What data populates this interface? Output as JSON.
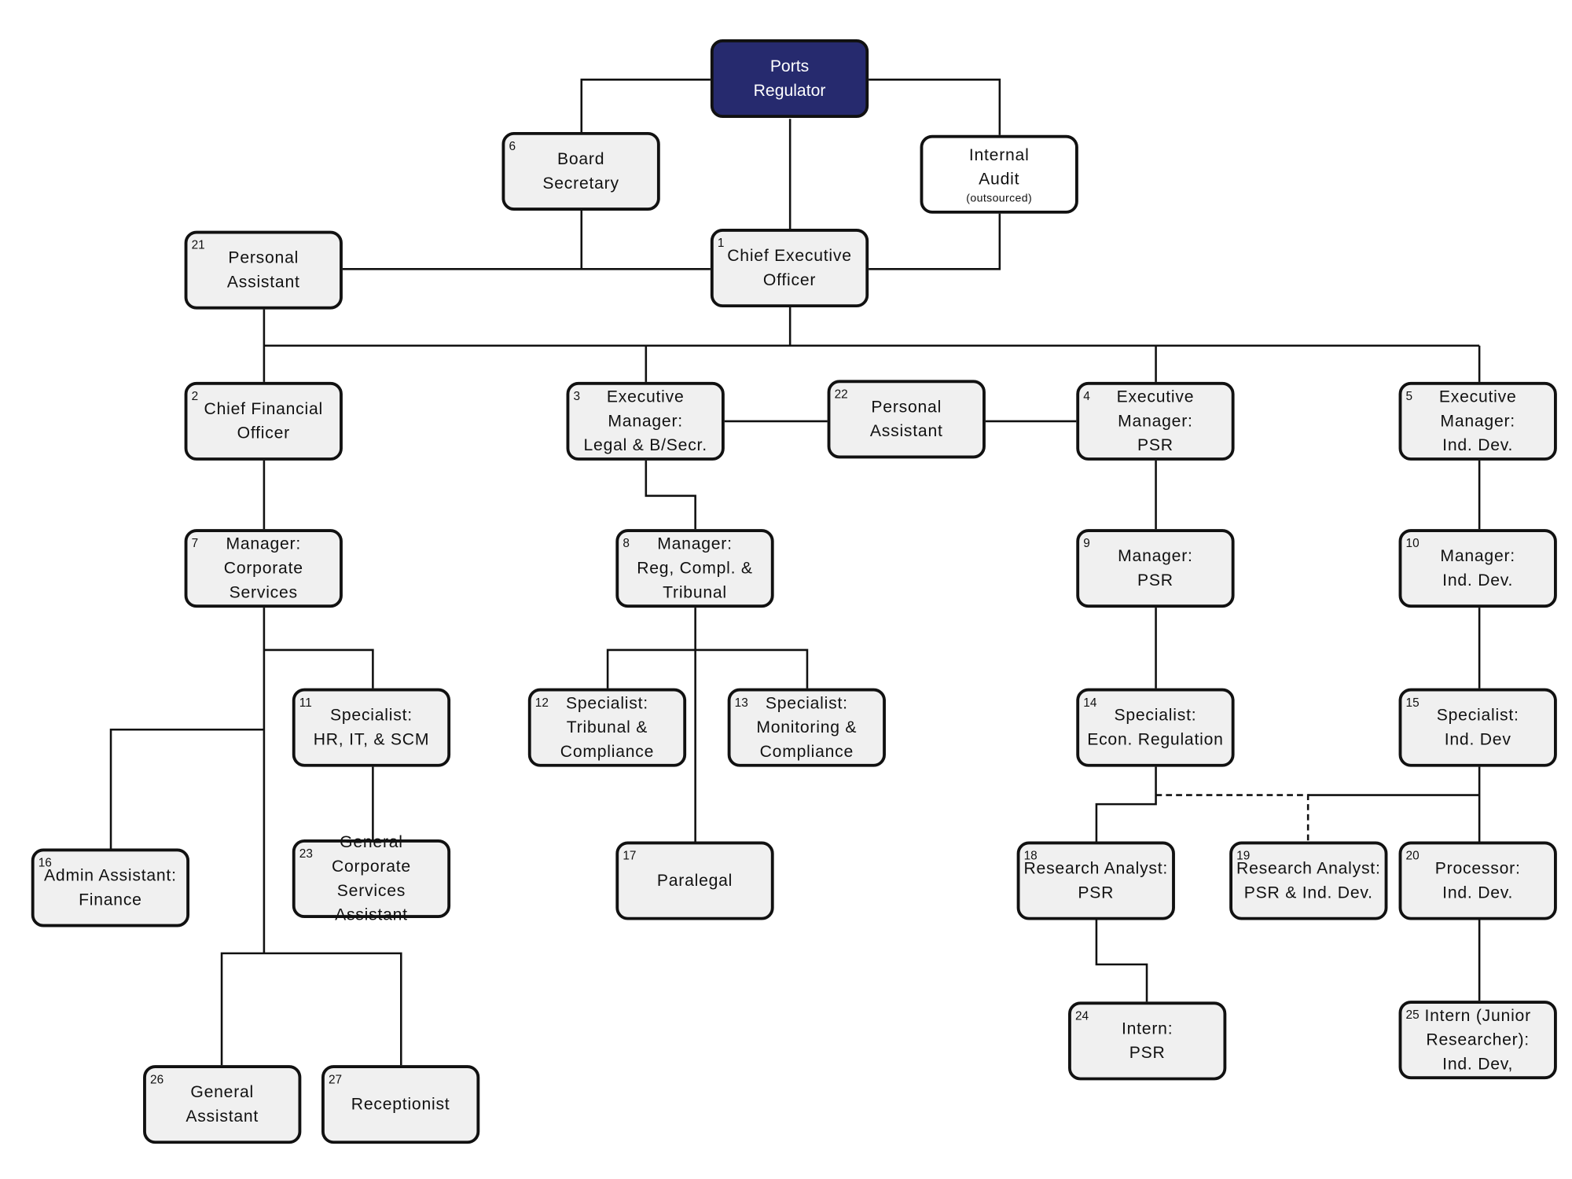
{
  "chart_title": "",
  "colors": {
    "root_fill": "#262a6e",
    "box_fill": "#f0f0f0",
    "outsourced_fill": "#ffffff",
    "line": "#111111"
  },
  "boxes": {
    "ports_regulator": {
      "number": "",
      "lines": [
        "Ports",
        "Regulator"
      ]
    },
    "board_secretary": {
      "number": "6",
      "lines": [
        "Board",
        "Secretary"
      ]
    },
    "internal_audit": {
      "number": "",
      "lines": [
        "Internal",
        "Audit"
      ],
      "note": "(outsourced)"
    },
    "pa_21": {
      "number": "21",
      "lines": [
        "Personal",
        "Assistant"
      ]
    },
    "ceo": {
      "number": "1",
      "lines": [
        "Chief Executive",
        "Officer"
      ]
    },
    "cfo": {
      "number": "2",
      "lines": [
        "Chief Financial",
        "Officer"
      ]
    },
    "em_legal": {
      "number": "3",
      "lines": [
        "Executive",
        "Manager:",
        "Legal & B/Secr."
      ]
    },
    "pa_22": {
      "number": "22",
      "lines": [
        "Personal",
        "Assistant"
      ]
    },
    "em_psr": {
      "number": "4",
      "lines": [
        "Executive",
        "Manager:",
        "PSR"
      ]
    },
    "em_ind_dev": {
      "number": "5",
      "lines": [
        "Executive",
        "Manager:",
        "Ind. Dev."
      ]
    },
    "mgr_corp": {
      "number": "7",
      "lines": [
        "Manager:",
        "Corporate Services"
      ]
    },
    "mgr_reg": {
      "number": "8",
      "lines": [
        "Manager:",
        "Reg, Compl. &",
        "Tribunal"
      ]
    },
    "mgr_psr": {
      "number": "9",
      "lines": [
        "Manager:",
        "PSR"
      ]
    },
    "mgr_ind_dev": {
      "number": "10",
      "lines": [
        "Manager:",
        "Ind. Dev."
      ]
    },
    "spec_hr": {
      "number": "11",
      "lines": [
        "Specialist:",
        "HR, IT, & SCM"
      ]
    },
    "spec_tribunal": {
      "number": "12",
      "lines": [
        "Specialist:",
        "Tribunal &",
        "Compliance"
      ]
    },
    "spec_monitoring": {
      "number": "13",
      "lines": [
        "Specialist:",
        "Monitoring &",
        "Compliance"
      ]
    },
    "spec_econ": {
      "number": "14",
      "lines": [
        "Specialist:",
        "Econ. Regulation"
      ]
    },
    "spec_ind_dev": {
      "number": "15",
      "lines": [
        "Specialist:",
        "Ind. Dev"
      ]
    },
    "admin_finance": {
      "number": "16",
      "lines": [
        "Admin Assistant:",
        "Finance"
      ]
    },
    "gen_corp_assist": {
      "number": "23",
      "lines": [
        "General",
        "Corporate Services",
        "Assistant"
      ]
    },
    "paralegal": {
      "number": "17",
      "lines": [
        "Paralegal"
      ]
    },
    "ra_psr": {
      "number": "18",
      "lines": [
        "Research Analyst:",
        "PSR"
      ]
    },
    "ra_psr_ind": {
      "number": "19",
      "lines": [
        "Research Analyst:",
        "PSR & Ind. Dev."
      ]
    },
    "processor": {
      "number": "20",
      "lines": [
        "Processor:",
        "Ind. Dev."
      ]
    },
    "intern_psr": {
      "number": "24",
      "lines": [
        "Intern:",
        "PSR"
      ]
    },
    "intern_ind": {
      "number": "25",
      "lines": [
        "Intern (Junior",
        "Researcher):",
        "Ind. Dev,"
      ]
    },
    "gen_assistant": {
      "number": "26",
      "lines": [
        "General",
        "Assistant"
      ]
    },
    "receptionist": {
      "number": "27",
      "lines": [
        "Receptionist"
      ]
    }
  }
}
